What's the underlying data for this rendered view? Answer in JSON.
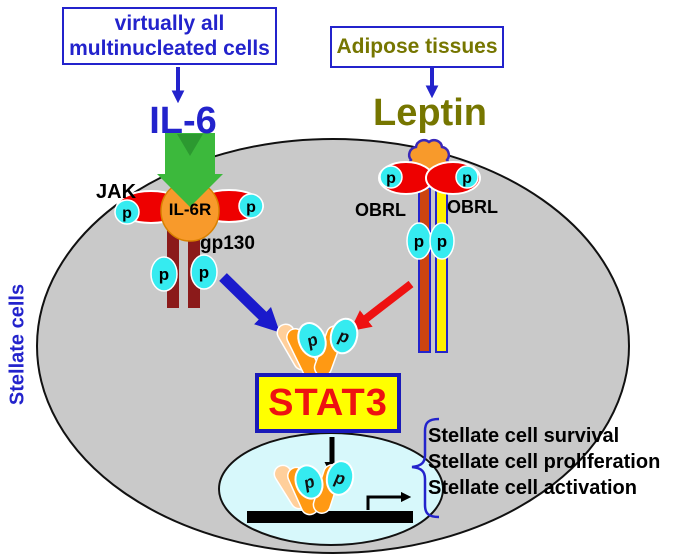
{
  "labels": {
    "p": "p",
    "stellate_cells": "Stellate cells",
    "jak": "JAK",
    "il6r": "IL-6R",
    "gp130": "gp130",
    "obrl": "OBRL"
  },
  "sources": {
    "il6_line1": "virtually all",
    "il6_line2": "multinucleated cells",
    "leptin": "Adipose tissues"
  },
  "ligands": {
    "il6": "IL-6",
    "leptin": "Leptin"
  },
  "stat3_label": "STAT3",
  "outcomes": [
    "Stellate cell survival",
    "Stellate cell proliferation",
    "Stellate cell activation"
  ],
  "colors": {
    "accent_blue": "#2323CC",
    "olive_text": "#767600",
    "green_ligand_arrow": "#3CB93C",
    "receptor_orange": "#F89A2B",
    "receptor_red": "#EE0000",
    "gp130_maroon": "#8B1A1A",
    "phospho_cyan": "#35EBF0",
    "stat3_box_fill": "#FFFF00",
    "stat3_text_red": "#EE1111",
    "cell_fill_gray": "#C9C9C9",
    "nucleus_fill": "#D7F8FB",
    "obrl_bar_orange": "#CC4410",
    "obrl_bar_yellow": "#FFEE00",
    "stat3_capsule_orange": "#FF9913",
    "stat3_capsule_peach": "#FFCF9B",
    "signal_arrow_blue": "#1A1ACC",
    "signal_arrow_red": "#EE1111"
  }
}
